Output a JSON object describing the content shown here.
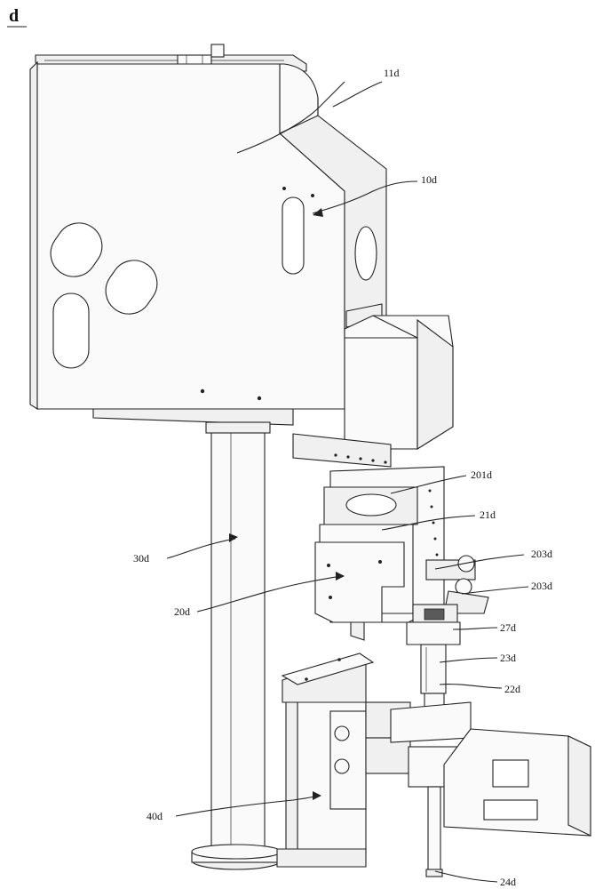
{
  "figure_letter": "d",
  "labels": {
    "l11d": "11d",
    "l10d": "10d",
    "l201d": "201d",
    "l21d": "21d",
    "l203d_a": "203d",
    "l203d_b": "203d",
    "l27d": "27d",
    "l23d": "23d",
    "l22d": "22d",
    "l30d": "30d",
    "l20d": "20d",
    "l40d": "40d",
    "l24d": "24d"
  }
}
